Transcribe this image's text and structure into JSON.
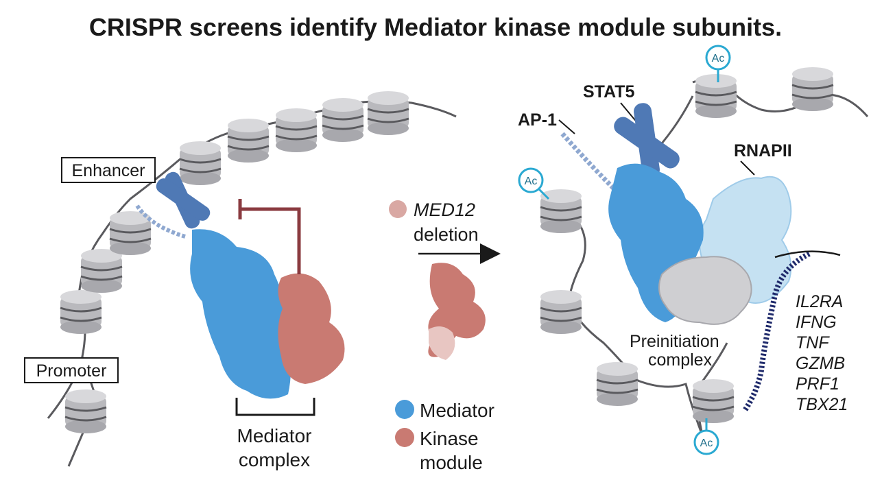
{
  "title": "CRISPR screens identify Mediator kinase module subunits.",
  "left": {
    "enhancer_label": "Enhancer",
    "promoter_label": "Promoter",
    "mediator_complex_label_line1": "Mediator",
    "mediator_complex_label_line2": "complex"
  },
  "middle": {
    "deletion_gene": "MED12",
    "deletion_word": "deletion"
  },
  "legend": {
    "items": [
      {
        "label": "Mediator",
        "color": "#4a9bd9"
      },
      {
        "label_line1": "Kinase",
        "label_line2": "module",
        "color": "#c97a72"
      }
    ]
  },
  "right": {
    "ap1_label": "AP-1",
    "stat5_label": "STAT5",
    "rnapii_label": "RNAPII",
    "pic_label_line1": "Preinitiation",
    "pic_label_line2": "complex",
    "acetyl_mark": "Ac",
    "genes": [
      "IL2RA",
      "IFNG",
      "TNF",
      "GZMB",
      "PRF1",
      "TBX21"
    ]
  },
  "colors": {
    "mediator": "#4a9bd9",
    "kinase": "#c97a72",
    "kinase_faded": "#d9a8a3",
    "nucleosome": "#b9b9bd",
    "dna": "#5a5a5e",
    "tf": "#4f79b5",
    "rnapii": "#bcdcf0",
    "pic": "#cfcfd2",
    "acetyl": "#2aa9d2",
    "nascent_dna": "#1f2a6b",
    "repression": "#8a3a3f"
  }
}
